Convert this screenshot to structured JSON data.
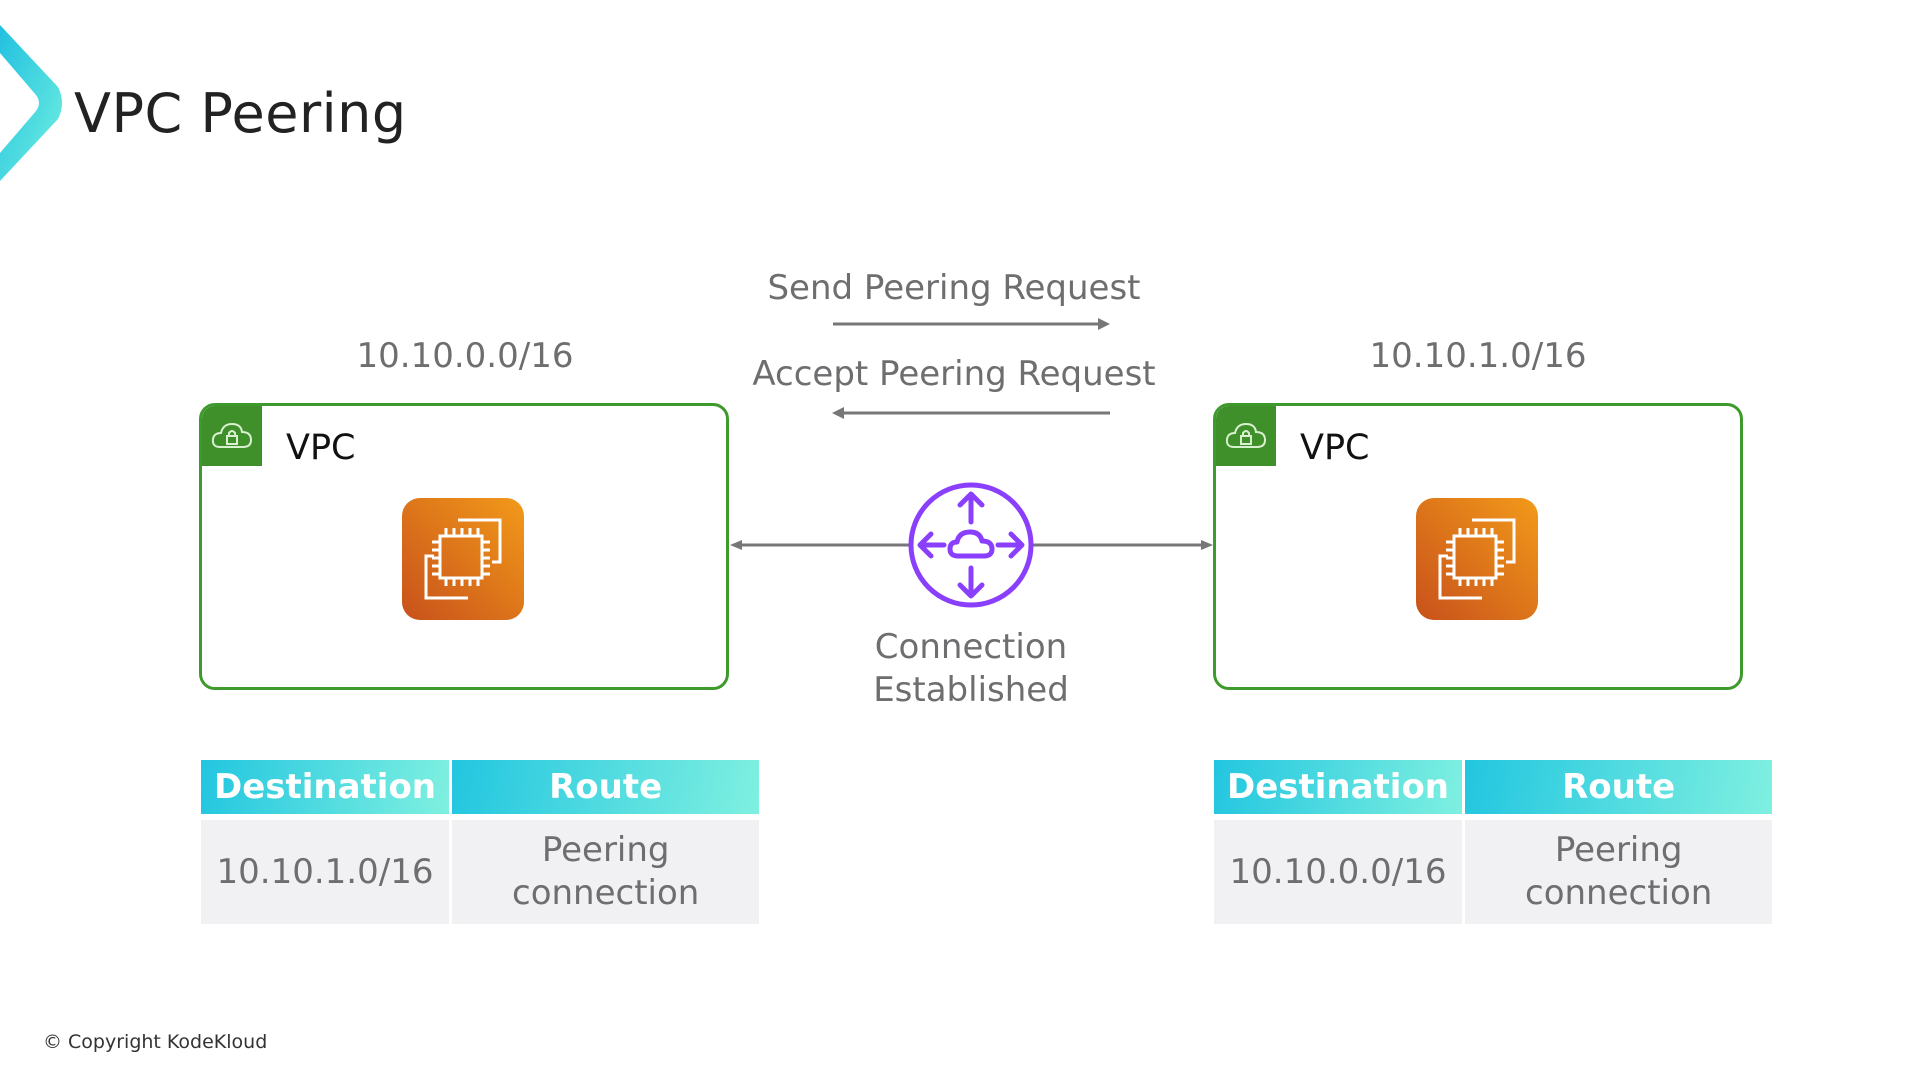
{
  "title": "VPC Peering",
  "arrows": {
    "send_label": "Send Peering Request",
    "accept_label": "Accept Peering Request"
  },
  "vpcs": [
    {
      "cidr": "10.10.0.0/16",
      "label": "VPC"
    },
    {
      "cidr": "10.10.1.0/16",
      "label": "VPC"
    }
  ],
  "connection": {
    "line1": "Connection",
    "line2": "Established"
  },
  "route_tables": [
    {
      "headers": [
        "Destination",
        "Route"
      ],
      "rows": [
        [
          "10.10.1.0/16",
          "Peering connection"
        ]
      ]
    },
    {
      "headers": [
        "Destination",
        "Route"
      ],
      "rows": [
        [
          "10.10.0.0/16",
          "Peering connection"
        ]
      ]
    }
  ],
  "footer": {
    "copyright": "© Copyright KodeKloud"
  },
  "colors": {
    "vpc_green": "#3f9a2d",
    "router_purple": "#8a3ffc",
    "header_cyan": "#22c6e0",
    "ec2_orange": "#e8741a"
  }
}
